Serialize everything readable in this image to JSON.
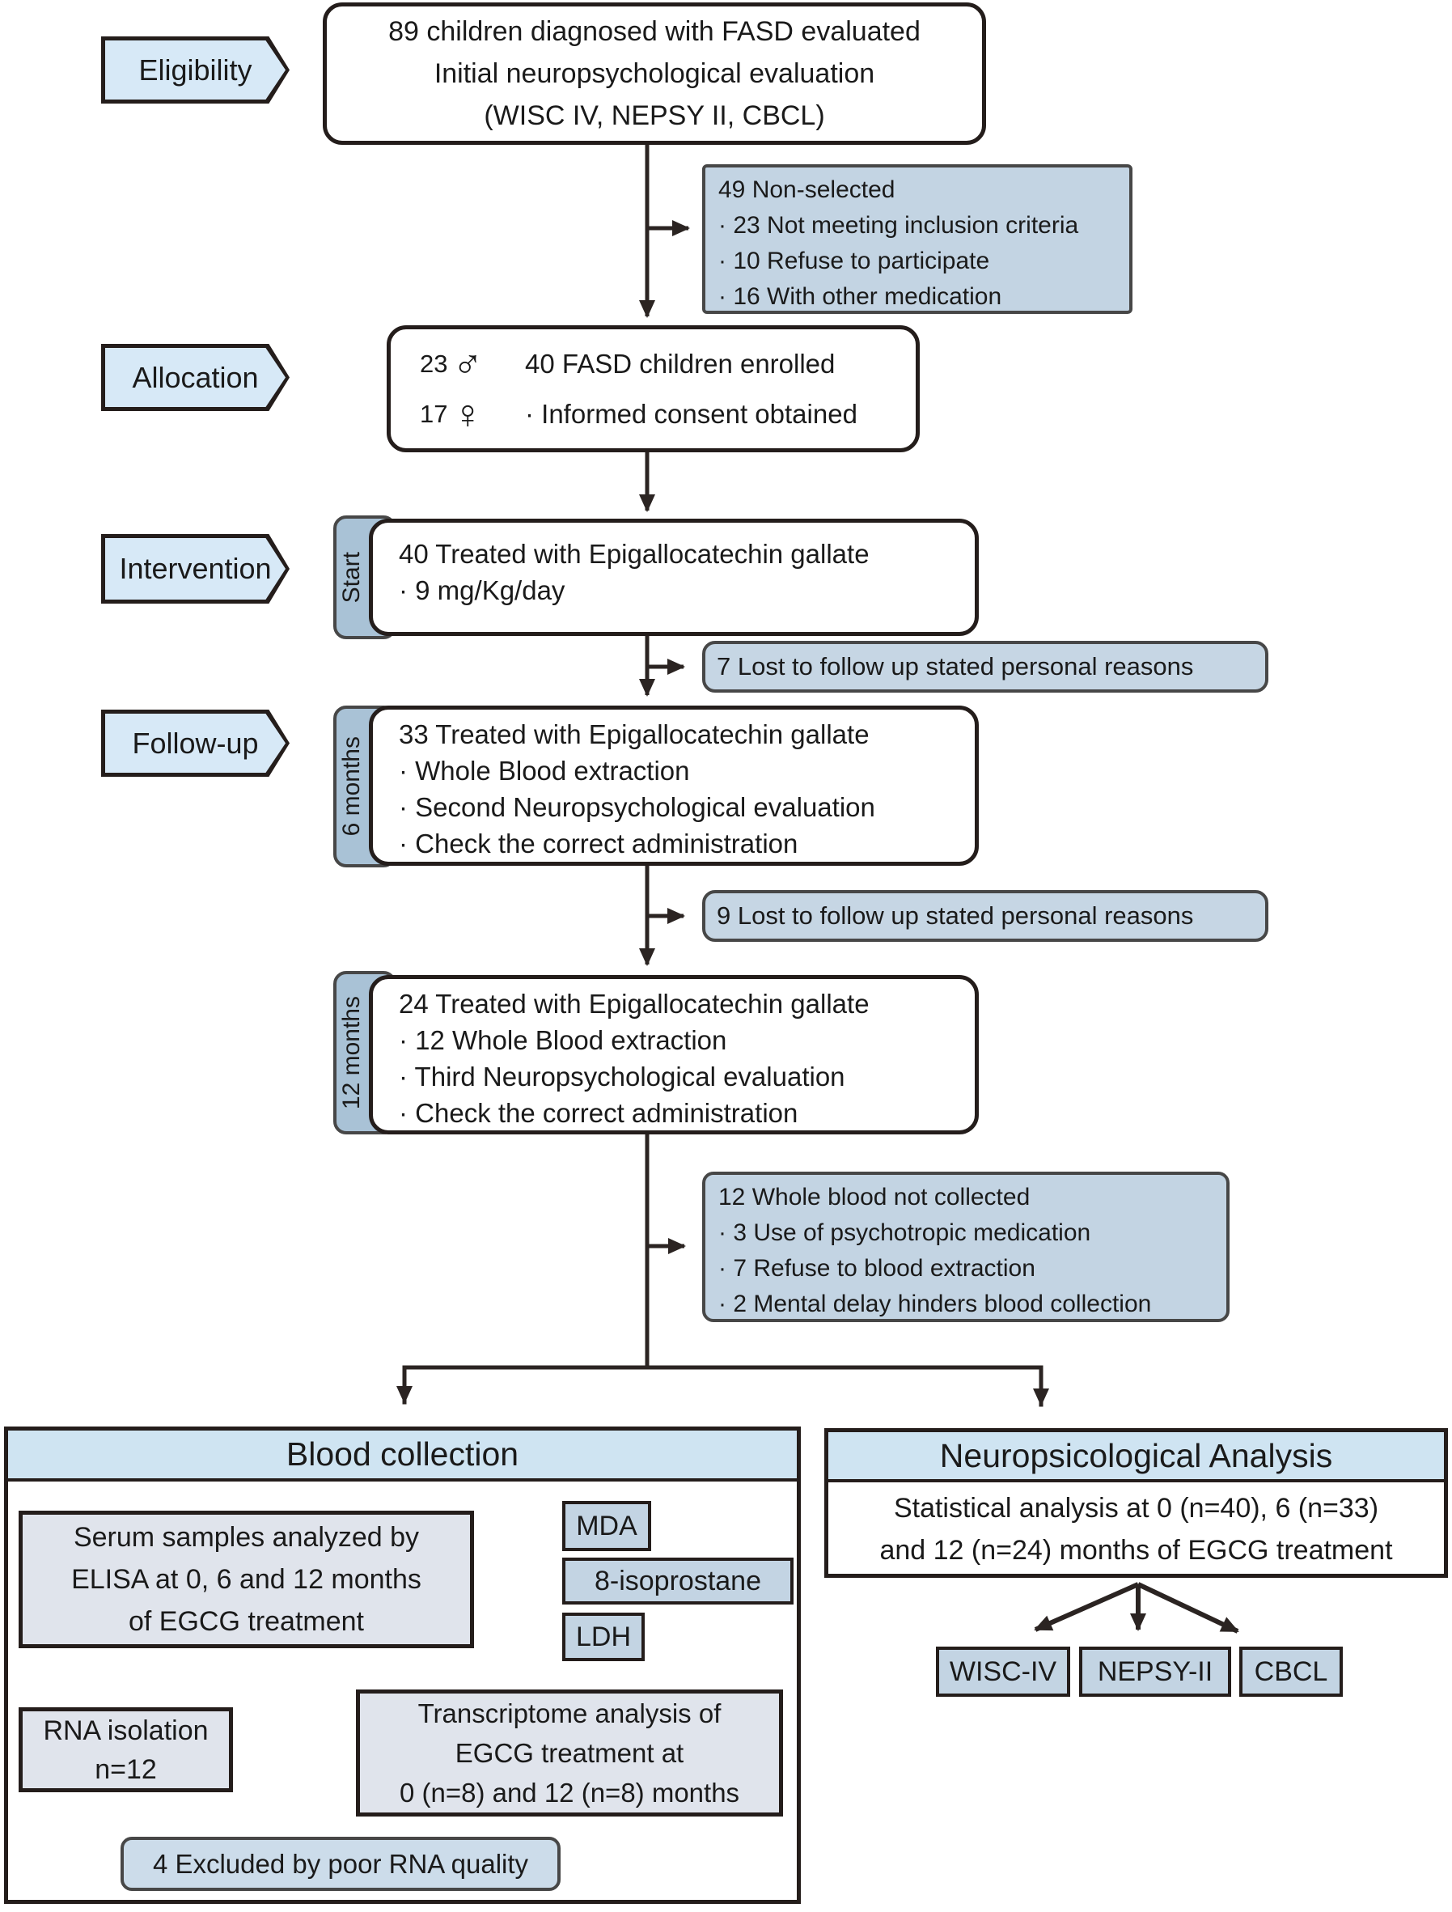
{
  "colors": {
    "label_fill": "#d7e9f7",
    "tab_fill": "#a9c2d6",
    "side_box_fill": "#c3d4e3",
    "lost_box_fill": "#c6d6e4",
    "header_fill": "#cfe4f2",
    "inner_light_fill": "#e0e4ec",
    "analyte_fill": "#c3d4e3",
    "excluded_fill": "#ccdcea",
    "box_border_dark": "#241d1b",
    "box_border_gray": "#474747",
    "line_color": "#2b2422",
    "text_color": "#1a1a1a"
  },
  "stages": {
    "eligibility": "Eligibility",
    "allocation": "Allocation",
    "intervention": "Intervention",
    "followup": "Follow-up"
  },
  "eligibility_box": {
    "line1": "89 children diagnosed with FASD evaluated",
    "line2": "Initial neuropsychological evaluation",
    "line3": "(WISC IV, NEPSY II, CBCL)"
  },
  "non_selected_box": {
    "title": "49 Non-selected",
    "item1": "· 23 Not meeting inclusion criteria",
    "item2": "· 10 Refuse to participate",
    "item3": "· 16 With other medication"
  },
  "allocation_box": {
    "male_count": "23",
    "male_symbol": "♂",
    "female_count": "17",
    "female_symbol": "♀",
    "line1": "40 FASD children enrolled",
    "line2": "· Informed consent obtained"
  },
  "intervention_box": {
    "tab": "Start",
    "line1": "40 Treated with Epigallocatechin gallate",
    "line2": "· 9 mg/Kg/day"
  },
  "lost_7_box": {
    "text": "7 Lost to follow up stated personal reasons"
  },
  "followup6_box": {
    "tab": "6 months",
    "line1": "33 Treated with Epigallocatechin gallate",
    "line2": "· Whole Blood extraction",
    "line3": "· Second Neuropsychological evaluation",
    "line4": "· Check the correct administration"
  },
  "lost_9_box": {
    "text": "9 Lost to follow up stated personal reasons"
  },
  "followup12_box": {
    "tab": "12 months",
    "line1": "24 Treated with Epigallocatechin gallate",
    "line2": "· 12 Whole Blood extraction",
    "line3": "· Third Neuropsychological evaluation",
    "line4": "· Check the correct administration"
  },
  "blood_not_collected_box": {
    "title": "12 Whole blood not collected",
    "item1": "· 3 Use of psychotropic medication",
    "item2": "· 7 Refuse to blood extraction",
    "item3": "· 2 Mental delay hinders blood collection"
  },
  "blood_panel": {
    "title": "Blood collection",
    "serum_line1": "Serum samples analyzed by",
    "serum_line2": "ELISA at 0, 6 and 12 months",
    "serum_line3": "of EGCG treatment",
    "analyte1": "MDA",
    "analyte2": "8-isoprostane",
    "analyte3": "LDH",
    "rna_line1": "RNA isolation",
    "rna_line2": "n=12",
    "transcriptome_line1": "Transcriptome analysis of",
    "transcriptome_line2": "EGCG treatment at",
    "transcriptome_line3": "0 (n=8) and 12 (n=8) months",
    "excluded": "4 Excluded by poor RNA quality"
  },
  "neuro_panel": {
    "title": "Neuropsicological Analysis",
    "stat_line1": "Statistical analysis at 0 (n=40), 6 (n=33)",
    "stat_line2": "and 12 (n=24) months of EGCG treatment",
    "test1": "WISC-IV",
    "test2": "NEPSY-II",
    "test3": "CBCL"
  }
}
